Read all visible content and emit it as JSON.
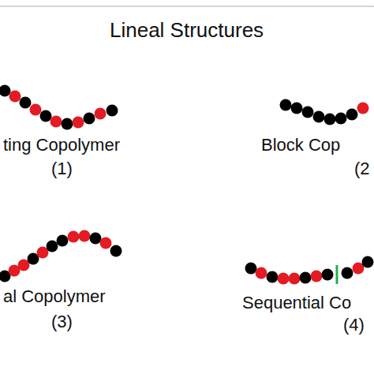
{
  "diagram": {
    "title": "Lineal Structures",
    "labels": [
      "ting Copolymer",
      "(1)",
      "Block Cop",
      "(2",
      "al Copolymer",
      "(3)",
      "Sequential Co",
      "(4)"
    ]
  }
}
